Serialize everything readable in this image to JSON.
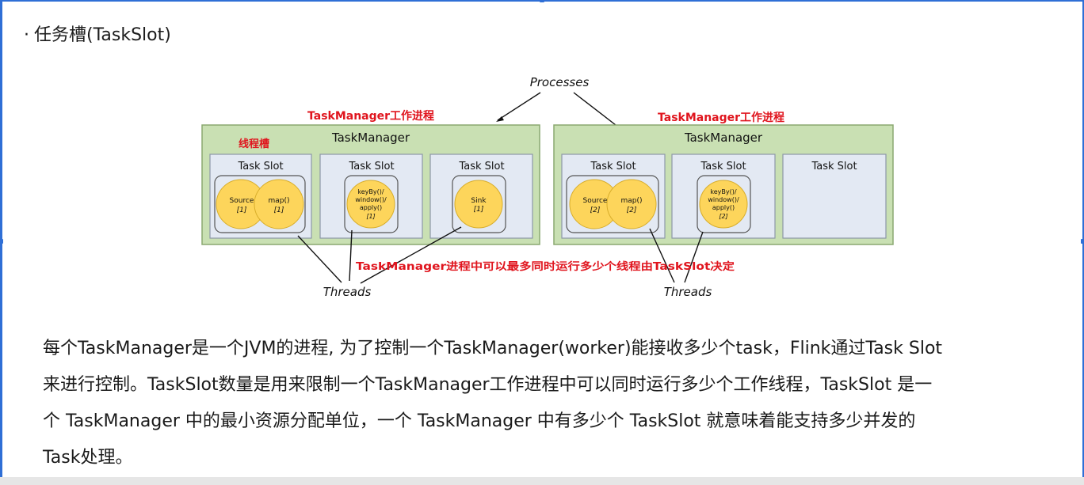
{
  "section": {
    "bullet": "·",
    "title": "任务槽(TaskSlot)"
  },
  "diagram": {
    "processes_label": "Processes",
    "threads_label_left": "Threads",
    "threads_label_right": "Threads",
    "annotation_tm_left": "TaskManager工作进程",
    "annotation_tm_right": "TaskManager工作进程",
    "annotation_slot": "线程槽",
    "annotation_threads": "TaskManager进程中可以最多同时运行多少个线程由TaskSlot决定",
    "taskmanagers": [
      {
        "title": "TaskManager",
        "slots": [
          {
            "title": "Task Slot",
            "operators": [
              {
                "name": "Source",
                "index": "[1]"
              },
              {
                "name": "map()",
                "index": "[1]"
              }
            ]
          },
          {
            "title": "Task Slot",
            "operators": [
              {
                "name": "keyBy()/ window()/ apply()",
                "index": "[1]"
              }
            ]
          },
          {
            "title": "Task Slot",
            "operators": [
              {
                "name": "Sink",
                "index": "[1]"
              }
            ]
          }
        ]
      },
      {
        "title": "TaskManager",
        "slots": [
          {
            "title": "Task Slot",
            "operators": [
              {
                "name": "Source",
                "index": "[2]"
              },
              {
                "name": "map()",
                "index": "[2]"
              }
            ]
          },
          {
            "title": "Task Slot",
            "operators": [
              {
                "name": "keyBy()/ window()/ apply()",
                "index": "[2]"
              }
            ]
          },
          {
            "title": "Task Slot",
            "operators": []
          }
        ]
      }
    ],
    "colors": {
      "tm_fill": "#c9e0b3",
      "tm_border": "#8aa870",
      "slot_fill": "#e3e9f3",
      "slot_border": "#8d97a8",
      "operator_fill": "#fdd55b",
      "operator_border": "#d8ad2a",
      "annotation_red": "#e0151e"
    }
  },
  "paragraph": {
    "line1": "每个TaskManager是一个JVM的进程, 为了控制一个TaskManager(worker)能接收多少个task，Flink通过Task Slot",
    "line2": "来进行控制。TaskSlot数量是用来限制一个TaskManager工作进程中可以同时运行多少个工作线程，TaskSlot 是一",
    "line3": "个 TaskManager 中的最小资源分配单位，一个 TaskManager 中有多少个 TaskSlot 就意味着能支持多少并发的",
    "line4": "Task处理。"
  }
}
